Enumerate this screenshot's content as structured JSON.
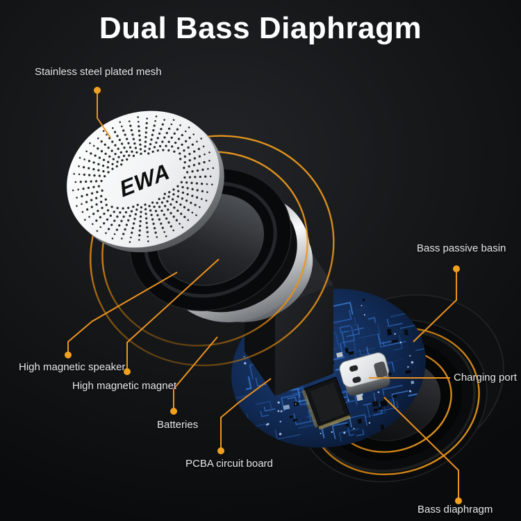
{
  "title": "Dual Bass Diaphragm",
  "logo": "EWA",
  "labels": {
    "mesh": "Stainless steel plated mesh",
    "speaker": "High magnetic speaker",
    "magnet": "High magnetic magnet",
    "batteries": "Batteries",
    "pcba": "PCBA circuit board",
    "basin": "Bass passive basin",
    "charging": "Charging port",
    "diaphragm": "Bass diaphragm"
  },
  "colors": {
    "accent": "#ED9320",
    "accent_dot": "#F2A01F",
    "background": "#0C0D0E",
    "label_text": "#E9E9E9",
    "pcb_blue": "#2D6AC2"
  }
}
